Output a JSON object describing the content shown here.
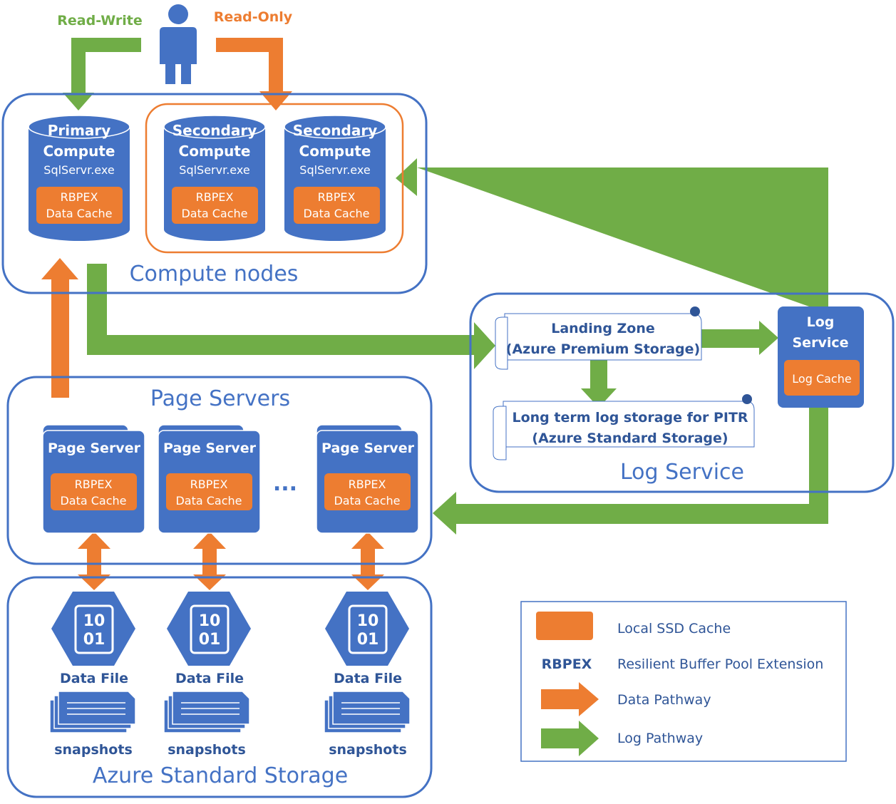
{
  "top": {
    "read_write": "Read-Write",
    "read_only": "Read-Only"
  },
  "compute": {
    "title": "Compute nodes",
    "primary": {
      "line1": "Primary",
      "line2": "Compute",
      "exe": "SqlServr.exe",
      "cache1": "RBPEX",
      "cache2": "Data Cache"
    },
    "secondary1": {
      "line1": "Secondary",
      "line2": "Compute",
      "exe": "SqlServr.exe",
      "cache1": "RBPEX",
      "cache2": "Data Cache"
    },
    "secondary2": {
      "line1": "Secondary",
      "line2": "Compute",
      "exe": "SqlServr.exe",
      "cache1": "RBPEX",
      "cache2": "Data Cache"
    }
  },
  "log_service": {
    "title": "Log Service",
    "landing_line1": "Landing Zone",
    "landing_line2": "(Azure Premium Storage)",
    "longterm_line1": "Long term log storage for PITR",
    "longterm_line2": "(Azure Standard Storage)",
    "box_line1": "Log",
    "box_line2": "Service",
    "log_cache": "Log Cache"
  },
  "page_servers": {
    "title": "Page Servers",
    "ellipsis": "...",
    "servers": [
      {
        "title": "Page Server",
        "cache1": "RBPEX",
        "cache2": "Data Cache"
      },
      {
        "title": "Page Server",
        "cache1": "RBPEX",
        "cache2": "Data Cache"
      },
      {
        "title": "Page Server",
        "cache1": "RBPEX",
        "cache2": "Data Cache"
      }
    ]
  },
  "storage": {
    "title": "Azure Standard Storage",
    "files": [
      {
        "icon_top": "10",
        "icon_bottom": "01",
        "label": "Data File",
        "snap": "snapshots"
      },
      {
        "icon_top": "10",
        "icon_bottom": "01",
        "label": "Data File",
        "snap": "snapshots"
      },
      {
        "icon_top": "10",
        "icon_bottom": "01",
        "label": "Data File",
        "snap": "snapshots"
      }
    ]
  },
  "legend": {
    "ssd": "Local SSD Cache",
    "rbpex_key": "RBPEX",
    "rbpex_desc": "Resilient Buffer Pool Extension",
    "data": "Data Pathway",
    "log": "Log Pathway"
  },
  "colors": {
    "blue": "#4472C4",
    "orange": "#ED7D31",
    "green": "#70AD47",
    "text_blue": "#2F5597"
  }
}
